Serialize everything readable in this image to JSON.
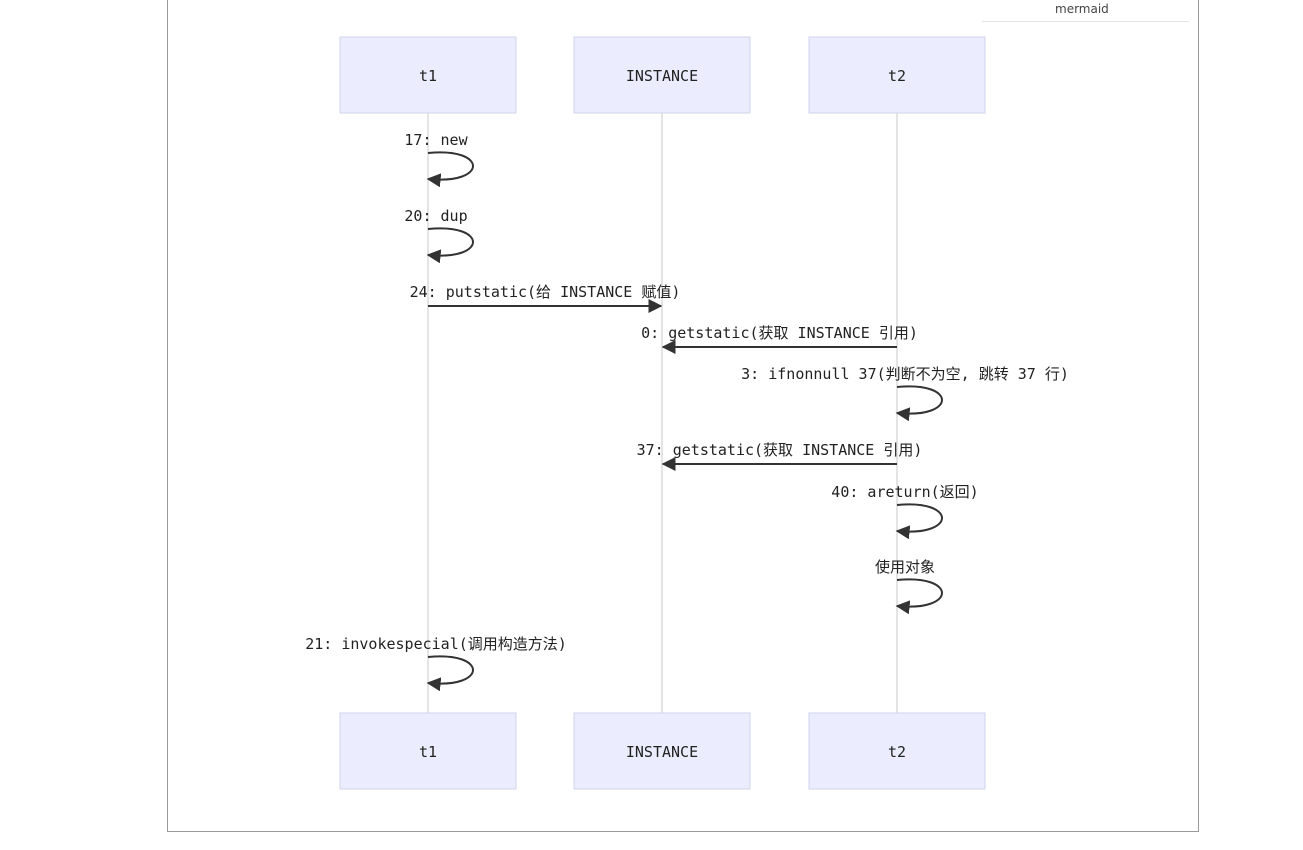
{
  "badge": "mermaid",
  "participants": [
    {
      "id": "t1",
      "label": "t1"
    },
    {
      "id": "instance",
      "label": "INSTANCE"
    },
    {
      "id": "t2",
      "label": "t2"
    }
  ],
  "messages": [
    {
      "from": "t1",
      "to": "t1",
      "label": "17: new"
    },
    {
      "from": "t1",
      "to": "t1",
      "label": "20: dup"
    },
    {
      "from": "t1",
      "to": "instance",
      "label": "24: putstatic(给 INSTANCE 赋值)"
    },
    {
      "from": "t2",
      "to": "instance",
      "label": "0: getstatic(获取 INSTANCE 引用)"
    },
    {
      "from": "t2",
      "to": "t2",
      "label": "3: ifnonnull 37(判断不为空, 跳转 37 行)"
    },
    {
      "from": "t2",
      "to": "instance",
      "label": "37: getstatic(获取 INSTANCE 引用)"
    },
    {
      "from": "t2",
      "to": "t2",
      "label": "40: areturn(返回)"
    },
    {
      "from": "t2",
      "to": "t2",
      "label": "使用对象"
    },
    {
      "from": "t1",
      "to": "t1",
      "label": "21: invokespecial(调用构造方法)"
    }
  ]
}
